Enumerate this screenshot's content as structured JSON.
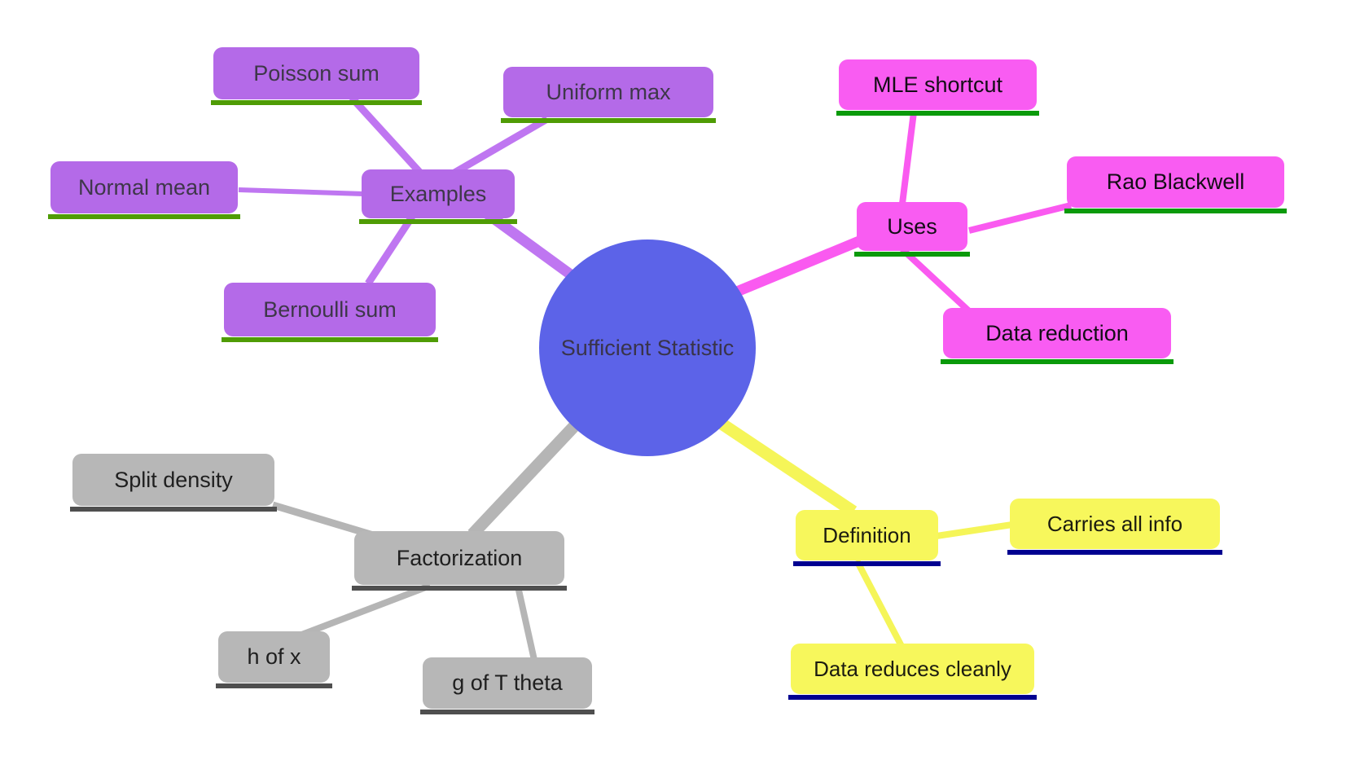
{
  "mindmap": {
    "center": {
      "label": "Sufficient Statistic",
      "color": "#5c63e8",
      "text_color": "#39344a"
    },
    "branches": [
      {
        "id": "examples",
        "label": "Examples",
        "box_color": "#b46ae8",
        "line_color": "#bf76f1",
        "underline_color": "#4f9c05",
        "children": [
          {
            "label": "Poisson sum"
          },
          {
            "label": "Uniform max"
          },
          {
            "label": "Normal mean"
          },
          {
            "label": "Bernoulli sum"
          }
        ]
      },
      {
        "id": "uses",
        "label": "Uses",
        "box_color": "#f95cf2",
        "line_color": "#fa5af0",
        "underline_color": "#0a9a0a",
        "children": [
          {
            "label": "MLE shortcut"
          },
          {
            "label": "Rao Blackwell"
          },
          {
            "label": "Data reduction"
          }
        ]
      },
      {
        "id": "factorization",
        "label": "Factorization",
        "box_color": "#b7b7b7",
        "line_color": "#b5b5b5",
        "underline_color": "#4f4f4f",
        "children": [
          {
            "label": "Split density"
          },
          {
            "label": "h of x"
          },
          {
            "label": "g of T theta"
          }
        ]
      },
      {
        "id": "definition",
        "label": "Definition",
        "box_color": "#f7f75c",
        "line_color": "#f5f558",
        "underline_color": "#000090",
        "children": [
          {
            "label": "Carries all info"
          },
          {
            "label": "Data reduces cleanly"
          }
        ]
      }
    ]
  }
}
